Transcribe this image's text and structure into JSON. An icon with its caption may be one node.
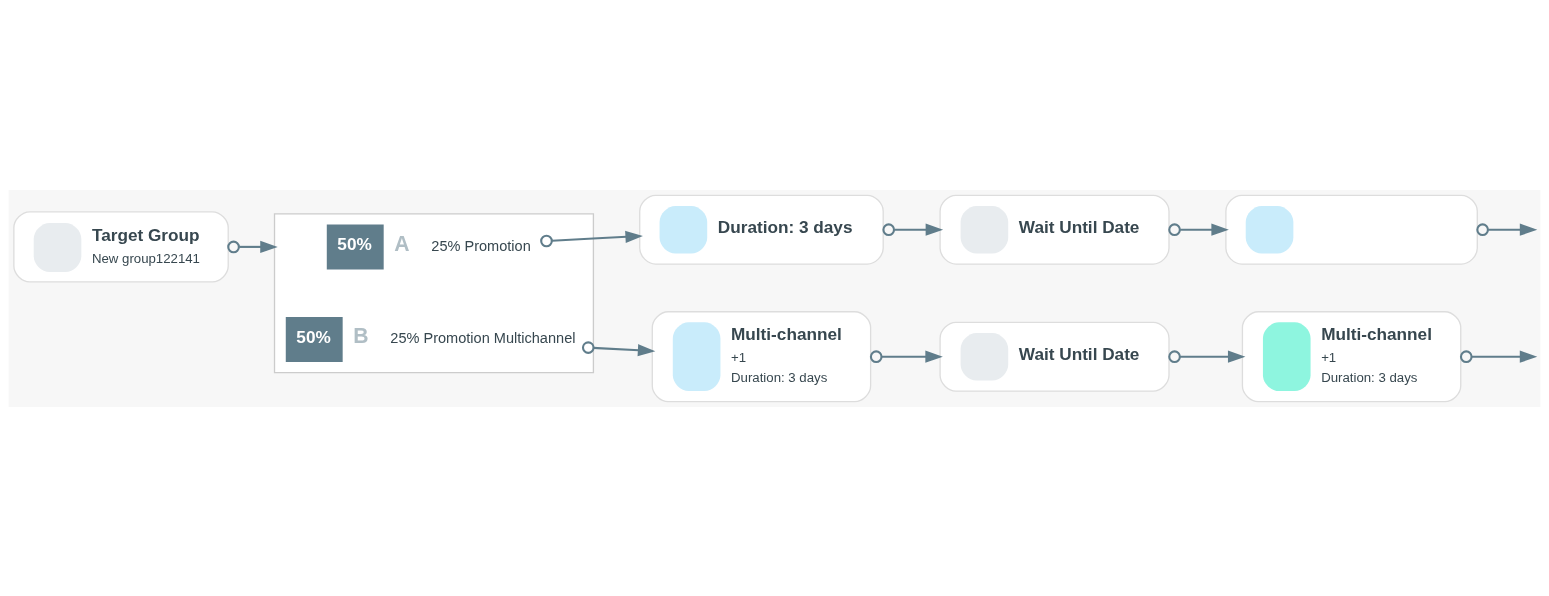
{
  "diagram": {
    "nodes": [
      {
        "text": [
          "Target Group",
          "New group122141"
        ]
      },
      {
        "text": [],
        "shape": "box"
      },
      {
        "text": [
          "50%",
          "A",
          "25% Promotion"
        ],
        "in": 1
      },
      {
        "text": [
          "50%",
          "B",
          "25% Promotion Multichannel"
        ],
        "in": 1
      },
      {
        "text": [
          "Duration: 3 days"
        ]
      },
      {
        "text": [
          "Wait Until Date"
        ]
      },
      {
        "text": [],
        "shape": "box"
      },
      {
        "text": [
          "Multi-channel",
          "+1",
          "Duration: 3 days"
        ]
      },
      {
        "text": [
          "Wait Until Date"
        ]
      },
      {
        "text": [
          "Multi-channel",
          "+1",
          "Duration: 3 days"
        ]
      }
    ],
    "edges": [
      {
        "from": 0,
        "to": 1,
        "arrow": "to"
      },
      {
        "from": 2,
        "to": 4,
        "arrow": "to"
      },
      {
        "from": 4,
        "to": 5,
        "arrow": "to"
      },
      {
        "from": 5,
        "to": 6,
        "arrow": "to"
      },
      {
        "from": 6,
        "to": null,
        "arrow": "to"
      },
      {
        "from": 3,
        "to": 7,
        "arrow": "to"
      },
      {
        "from": 7,
        "to": 8,
        "arrow": "to"
      },
      {
        "from": 8,
        "to": 9,
        "arrow": "to"
      },
      {
        "from": 9,
        "to": null,
        "arrow": "to"
      }
    ]
  }
}
